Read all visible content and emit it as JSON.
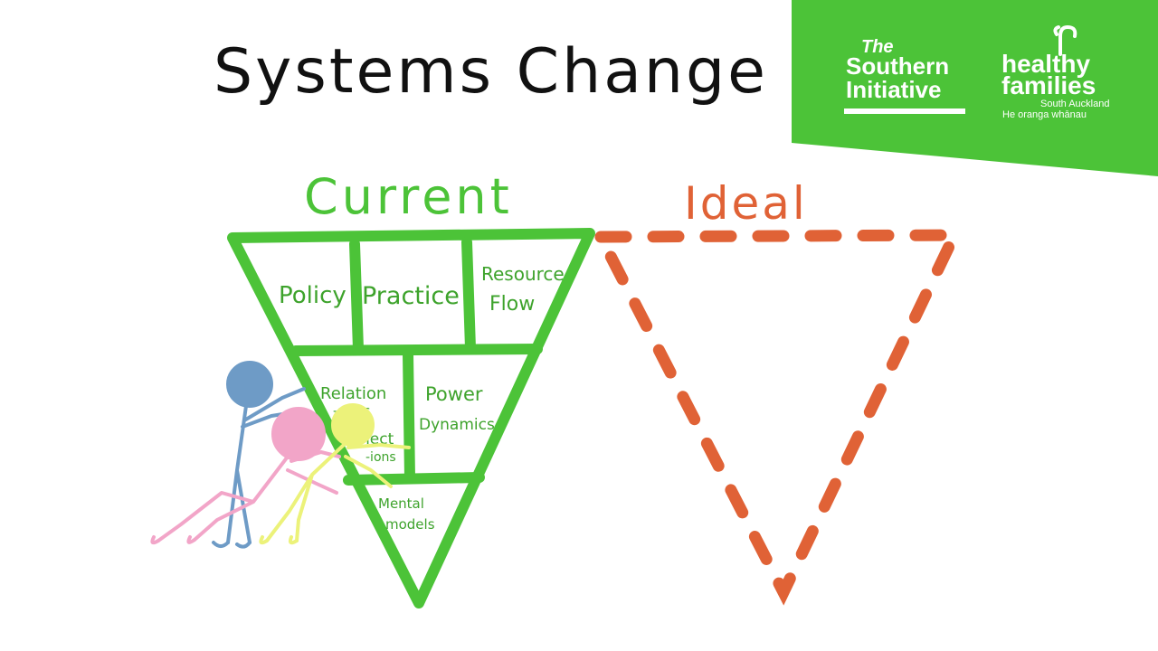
{
  "title": "Systems Change",
  "current": {
    "heading": "Current",
    "top_row": [
      "Policy",
      "Practice",
      "Resource Flow"
    ],
    "middle_row": {
      "left_top": "Relation -ships",
      "left_bottom": "Connect -ions",
      "right": "Power Dynamics"
    },
    "bottom": "Mental models",
    "color": "#4cc338"
  },
  "ideal": {
    "heading": "Ideal",
    "color": "#e06236"
  },
  "logos": {
    "background": "#4cc338",
    "southern_initiative": {
      "line1": "The",
      "line2": "Southern",
      "line3": "Initiative"
    },
    "healthy_families": {
      "line1": "healthy",
      "line2": "families",
      "line3": "South Auckland",
      "line4": "He oranga whānau"
    }
  },
  "figures": [
    {
      "name": "blue",
      "color": "#6e9bc6"
    },
    {
      "name": "pink",
      "color": "#f2a5c8"
    },
    {
      "name": "yellow",
      "color": "#ecf27a"
    }
  ]
}
